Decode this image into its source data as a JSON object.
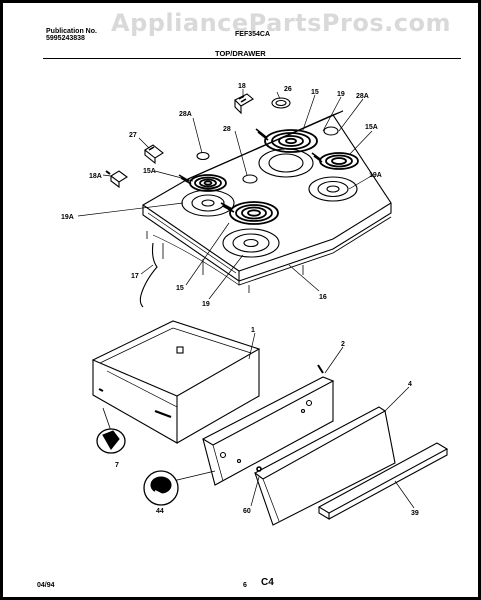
{
  "header": {
    "watermark": "AppliancePartsPros.com",
    "publication_label": "Publication No.",
    "publication_number": "5995243838",
    "model": "FEF354CA",
    "section_title": "TOP/DRAWER"
  },
  "footer": {
    "date": "04/94",
    "page_number": "6",
    "page_code": "C4"
  },
  "callouts": {
    "c18": "18",
    "c26": "26",
    "c15_top": "15",
    "c19_top": "19",
    "c28A_right": "28A",
    "c28A_left": "28A",
    "c15A_right": "15A",
    "c27": "27",
    "c28": "28",
    "c18A": "18A",
    "c15A_left": "15A",
    "c19A_right": "19A",
    "c19A_left": "19A",
    "c17": "17",
    "c15_bottom": "15",
    "c19_bottom": "19",
    "c16": "16",
    "c1": "1",
    "c2": "2",
    "c4": "4",
    "c7": "7",
    "c44": "44",
    "c60": "60",
    "c39": "39"
  }
}
